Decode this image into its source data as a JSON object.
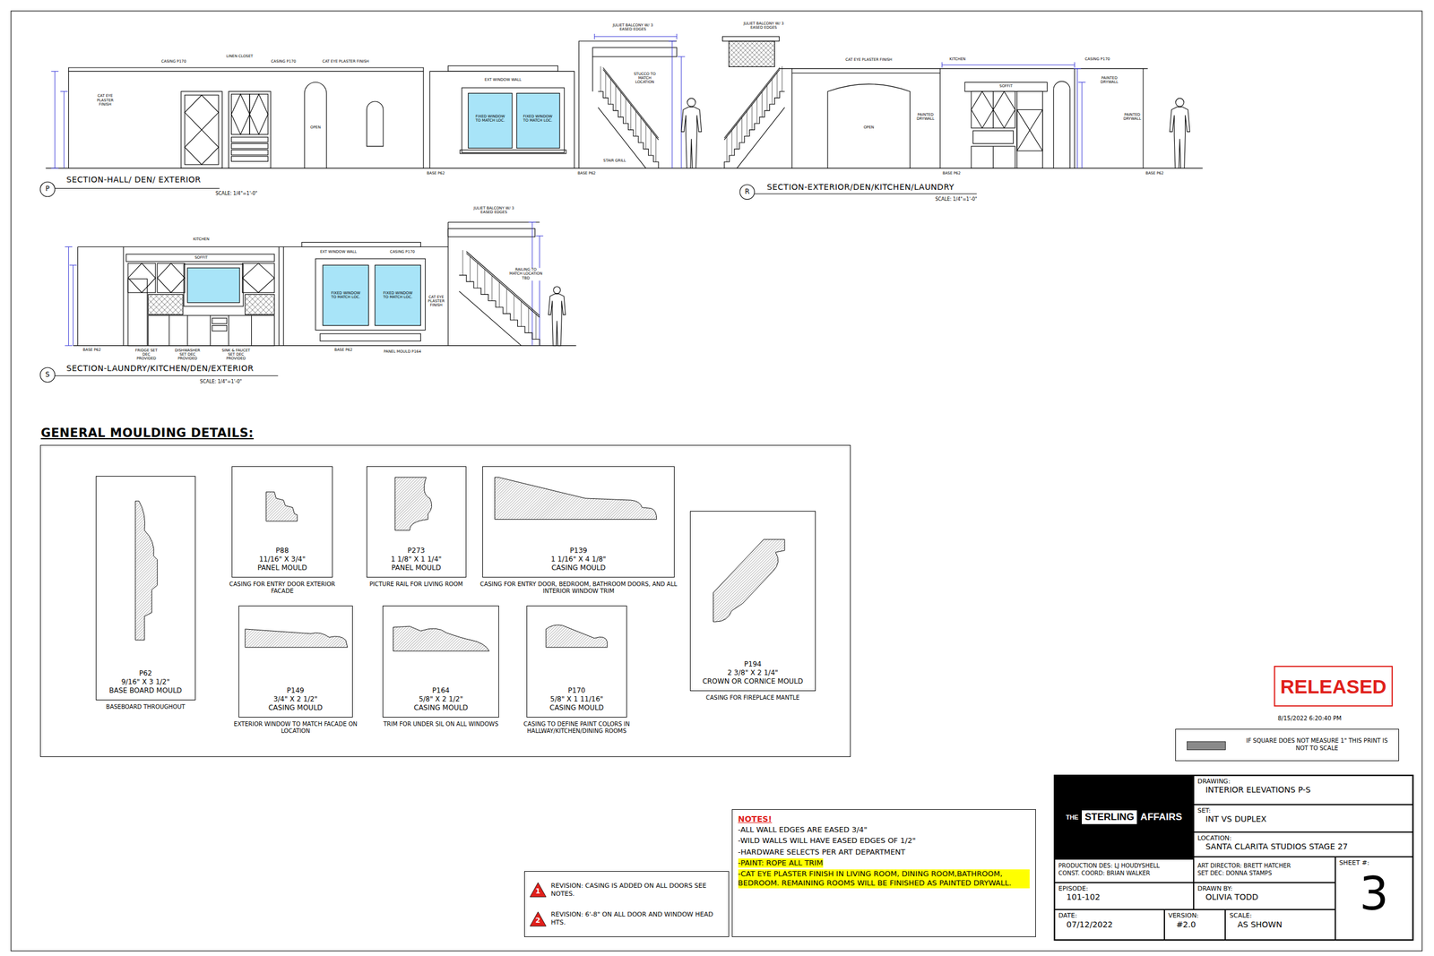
{
  "diagram": {
    "nodes": [
      {
        "text": [
          "GENERAL MOULDING DETAILS:"
        ]
      },
      {
        "text": [
          "P62",
          "9/16\" X 3 1/2\"",
          "BASE BOARD MOULD",
          "BASEBOARD THROUGHOUT"
        ],
        "in": 0
      },
      {
        "text": [
          "P88",
          "11/16\" X 3/4\"",
          "PANEL MOULD",
          "CASING FOR ENTRY DOOR EXTERIOR FACADE"
        ],
        "in": 0
      },
      {
        "text": [
          "P273",
          "1 1/8\" X 1 1/4\"",
          "PANEL MOULD",
          "PICTURE RAIL FOR LIVING ROOM"
        ],
        "in": 0
      },
      {
        "text": [
          "P139",
          "1 1/16\" X 4 1/8\"",
          "CASING MOULD",
          "CASING FOR ENTRY DOOR, BEDROOM, BATHROOM DOORS, AND ALL INTERIOR WINDOW TRIM"
        ],
        "in": 0
      },
      {
        "text": [
          "P194",
          "2 3/8\" X 2 1/4\"",
          "CROWN OR CORNICE MOULD",
          "CASING FOR FIREPLACE MANTLE"
        ],
        "in": 0
      },
      {
        "text": [
          "P149",
          "3/4\" X 2 1/2\"",
          "CASING MOULD",
          "EXTERIOR WINDOW TO MATCH FACADE ON LOCATION"
        ],
        "in": 0
      },
      {
        "text": [
          "P164",
          "5/8\" X 2 1/2\"",
          "CASING MOULD",
          "TRIM FOR UNDER SIL ON ALL WINDOWS"
        ],
        "in": 0
      },
      {
        "text": [
          "P170",
          "5/8\" X 1 11/16\"",
          "CASING MOULD",
          "CASING TO DEFINE PAINT COLORS IN HALLWAY/KITCHEN/DINING ROOMS"
        ],
        "in": 0
      },
      {
        "text": [
          "RELEASED"
        ]
      },
      {
        "text": [
          "IF SQUARE DOES NOT MEASURE 1\" THIS PRINT IS NOT TO SCALE"
        ]
      },
      {
        "text": [
          "1",
          "REVISION: CASING IS ADDED ON ALL DOORS SEE NOTES.",
          "2",
          "REVISION: 6'-8\" ON ALL DOOR AND WINDOW HEAD HTS."
        ]
      },
      {
        "text": [
          "NOTES!",
          "-ALL WALL EDGES ARE EASED 3/4\"",
          "-WILD WALLS WILL HAVE EASED EDGES OF 1/2\"",
          "-HARDWARE SELECTS PER ART DEPARTMENT",
          "-PAINT: ROPE ALL TRIM",
          "-CAT EYE PLASTER FINISH IN LIVING ROOM, DINING ROOM,BATHROOM, BEDROOM. REMAINING ROOMS WILL BE FINISHED AS PAINTED DRYWALL."
        ]
      },
      {
        "text": [
          "THE",
          "STERLING",
          "AFFAIRS"
        ]
      },
      {
        "text": [
          "DRAWING:",
          "INTERIOR ELEVATIONS P-S"
        ]
      },
      {
        "text": [
          "SET:",
          "INT VS DUPLEX"
        ]
      },
      {
        "text": [
          "LOCATION:",
          "SANTA CLARITA STUDIOS STAGE 27"
        ]
      },
      {
        "text": [
          "PRODUCTION DES: LJ HOUDYSHELL",
          "CONST. COORD: BRIAN WALKER"
        ]
      },
      {
        "text": [
          "ART DIRECTOR: BRETT HATCHER",
          "SET DEC: DONNA STAMPS"
        ]
      },
      {
        "text": [
          "SHEET #:",
          "3"
        ]
      },
      {
        "text": [
          "EPISODE:",
          "101-102"
        ]
      },
      {
        "text": [
          "DRAWN BY:",
          "OLIVIA TODD"
        ]
      },
      {
        "text": [
          "DATE:",
          "07/12/2022"
        ]
      },
      {
        "text": [
          "VERSION:",
          "#2.0"
        ]
      },
      {
        "text": [
          "SCALE:",
          "AS SHOWN"
        ]
      }
    ],
    "labels": [
      "P",
      "SECTION-HALL/ DEN/ EXTERIOR",
      "SCALE: 1/4\"=1'-0\"",
      "R",
      "SECTION-EXTERIOR/DEN/KITCHEN/LAUNDRY",
      "SCALE: 1/4\"=1'-0\"",
      "S",
      "SECTION-LAUNDRY/KITCHEN/DEN/EXTERIOR",
      "SCALE: 1/4\"=1'-0\"",
      "8/15/2022 6:20:40 PM",
      "CASING P170",
      "LINEN CLOSET",
      "CASING P170",
      "CAT EYE PLASTER FINISH",
      "CAT EYE PLASTER FINISH",
      "OPEN",
      "EXT WINDOW WALL",
      "FIXED WINDOW TO MATCH LOC.",
      "FIXED WINDOW TO MATCH LOC.",
      "JULIET BALCONY W/ 3 EASED EDGES",
      "STUCCO TO MATCH LOCATION",
      "STAIR GRILL",
      "BASE P62",
      "BASE P62",
      "JULIET BALCONY W/ 3 EASED EDGES",
      "CAT EYE PLASTER FINISH",
      "OPEN",
      "PAINTED DRYWALL",
      "KITCHEN",
      "SOFFIT",
      "PAINTED DRYWALL",
      "CASING P170",
      "PAINTED DRYWALL",
      "BASE P62",
      "BASE P62",
      "JULIET BALCONY W/ 3 EASED EDGES",
      "KITCHEN",
      "SOFFIT",
      "EXT WINDOW WALL",
      "CASING P170",
      "FIXED WINDOW TO MATCH LOC.",
      "FIXED WINDOW TO MATCH LOC.",
      "CAT EYE PLASTER FINISH",
      "RAILING TO MATCH LOCATION TBD",
      "FRIDGE SET DEC PROVIDED",
      "DISHWASHER SET DEC PROVIDED",
      "SINK & FAUCET SET DEC PROVIDED",
      "PANEL MOULD P164",
      "BASE P62",
      "BASE P62"
    ]
  }
}
